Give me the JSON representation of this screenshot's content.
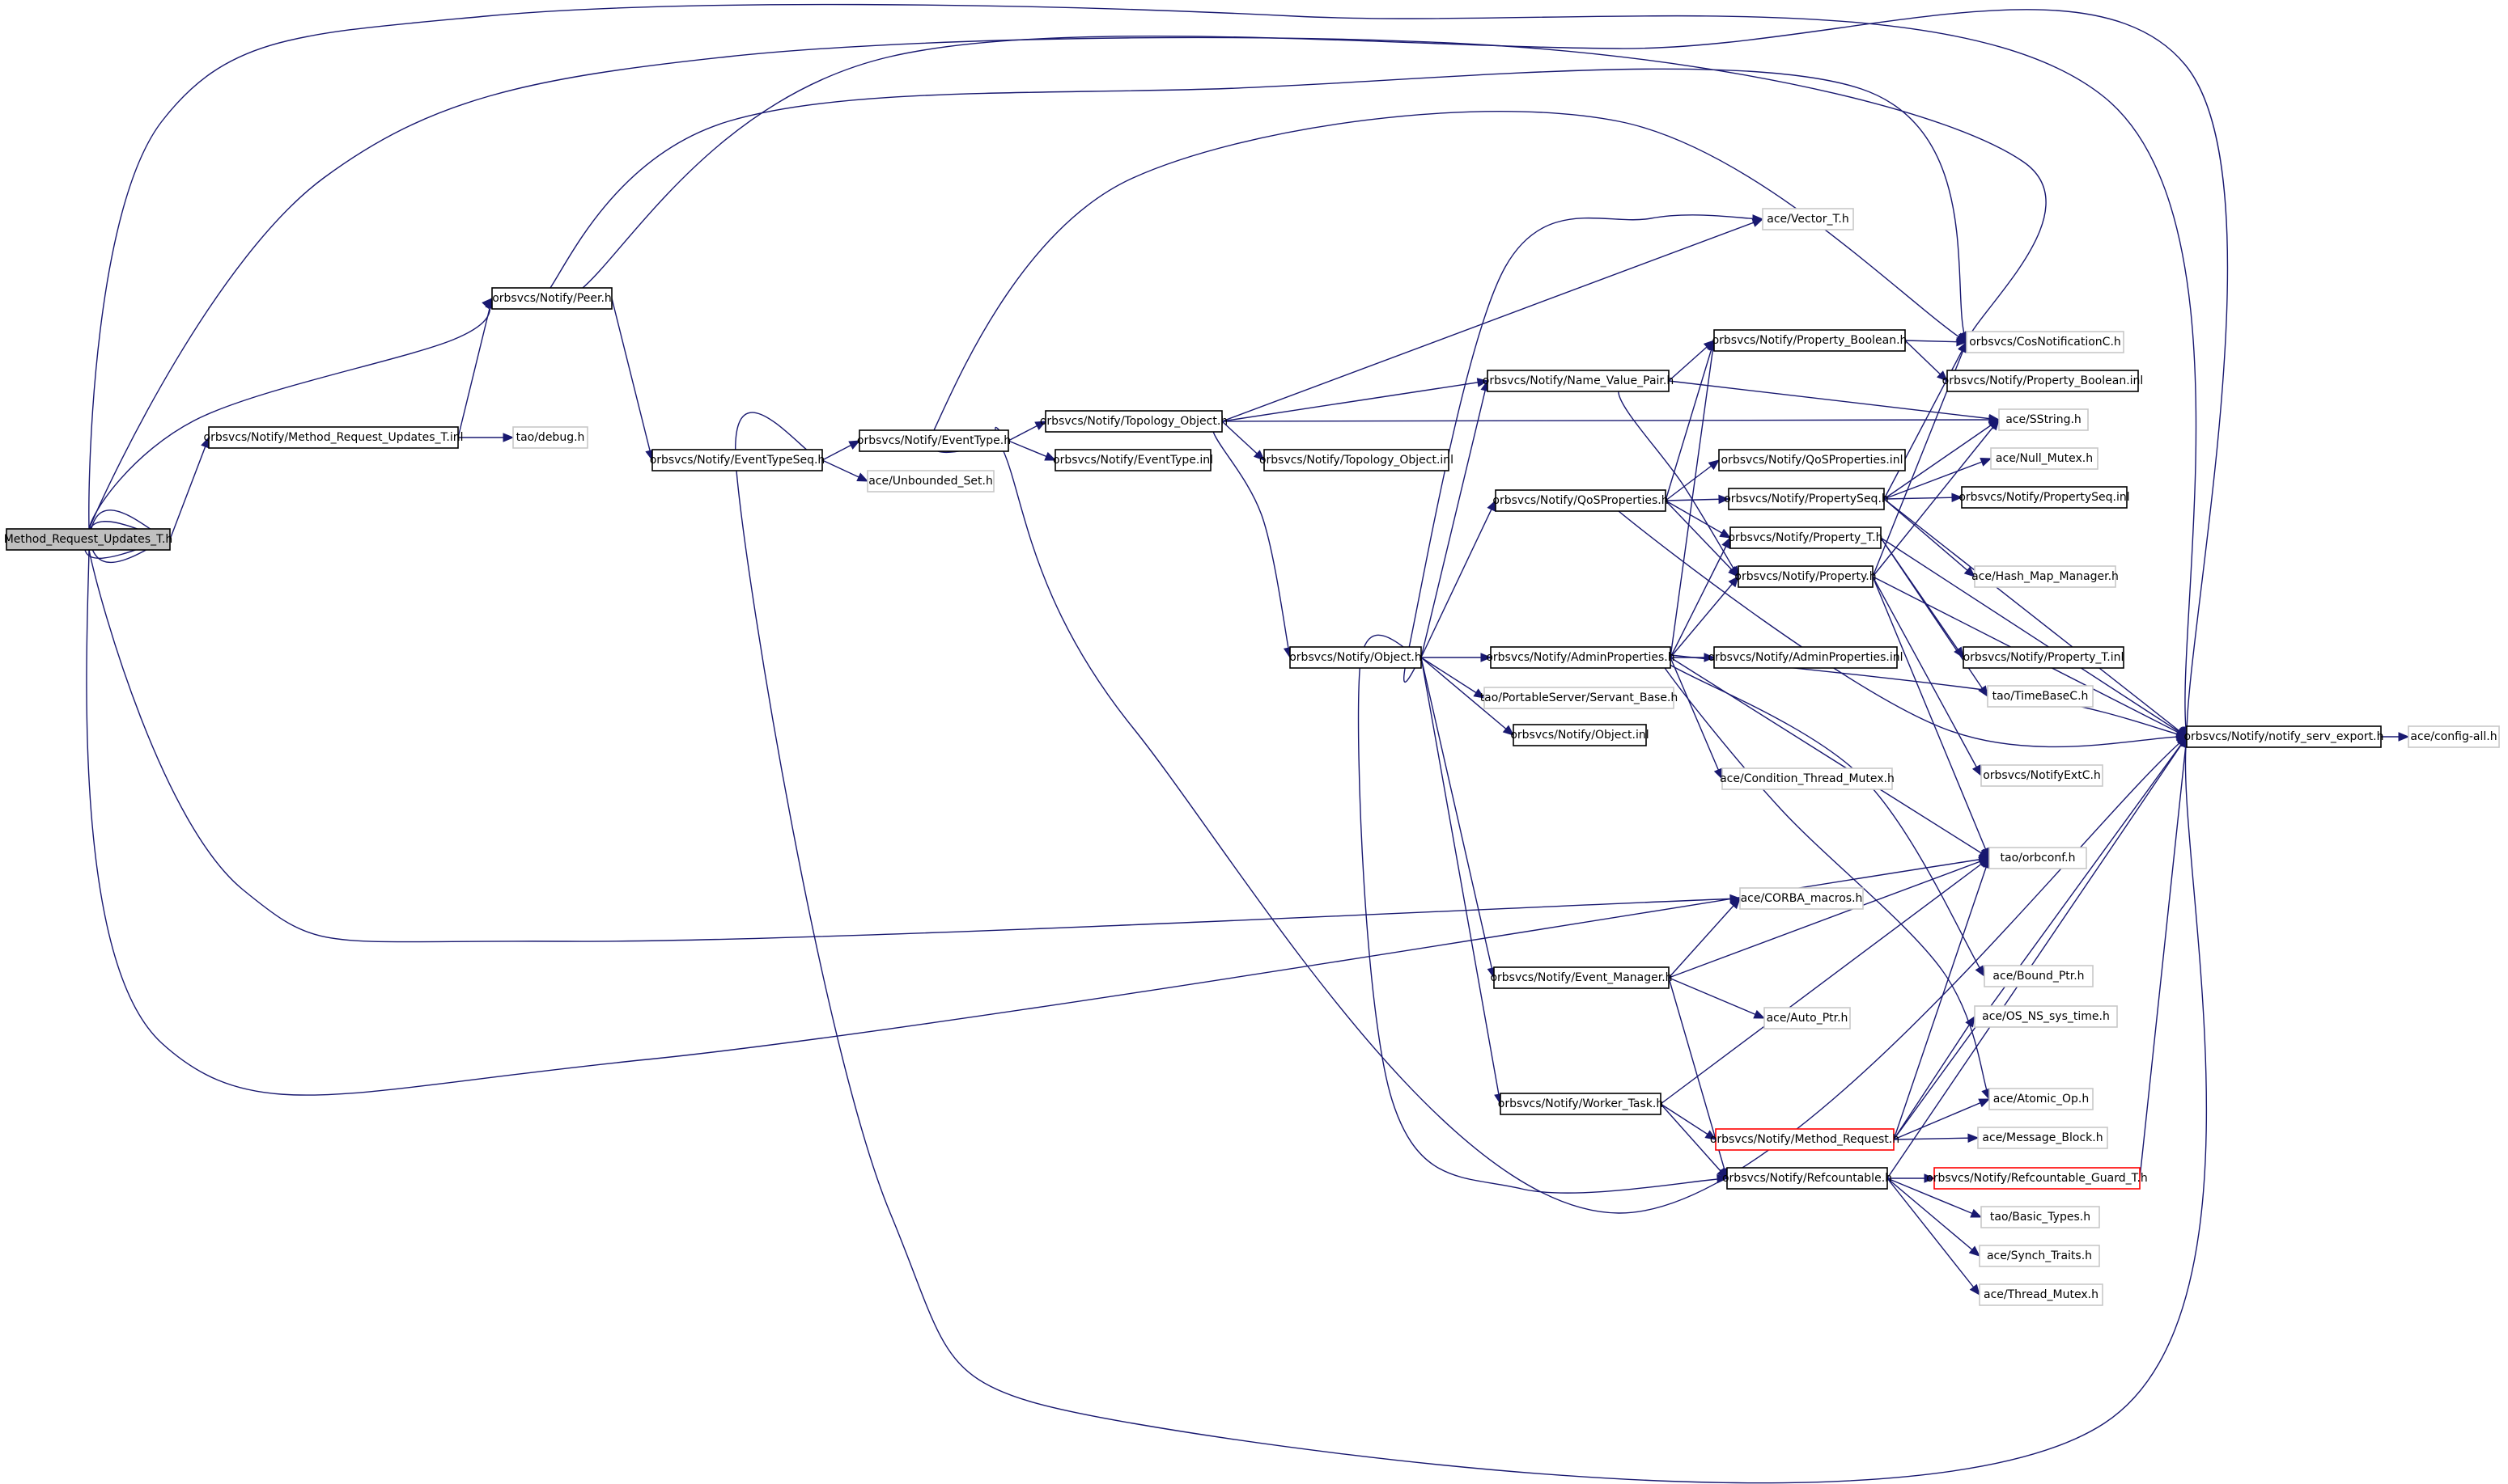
{
  "diagram": {
    "kind": "include dependency graph",
    "colors": {
      "edge": "#191970",
      "node_border": "#000000",
      "external_border": "#c8c8c8",
      "highlight_border": "#ff0000",
      "root_fill": "#c0c0c0"
    },
    "nodes": [
      {
        "id": "root",
        "label": "Method_Request_Updates_T.h",
        "style": "root"
      },
      {
        "id": "mru_inl",
        "label": "orbsvcs/Notify/Method_Request_Updates_T.inl",
        "style": "normal"
      },
      {
        "id": "debug",
        "label": "tao/debug.h",
        "style": "ext"
      },
      {
        "id": "peer",
        "label": "orbsvcs/Notify/Peer.h",
        "style": "normal"
      },
      {
        "id": "evtseq",
        "label": "orbsvcs/Notify/EventTypeSeq.h",
        "style": "normal"
      },
      {
        "id": "evttype",
        "label": "orbsvcs/Notify/EventType.h",
        "style": "normal"
      },
      {
        "id": "unbset",
        "label": "ace/Unbounded_Set.h",
        "style": "ext"
      },
      {
        "id": "evttype_inl",
        "label": "orbsvcs/Notify/EventType.inl",
        "style": "normal"
      },
      {
        "id": "topo",
        "label": "orbsvcs/Notify/Topology_Object.h",
        "style": "normal"
      },
      {
        "id": "topo_inl",
        "label": "orbsvcs/Notify/Topology_Object.inl",
        "style": "normal"
      },
      {
        "id": "object",
        "label": "orbsvcs/Notify/Object.h",
        "style": "normal"
      },
      {
        "id": "nvp",
        "label": "orbsvcs/Notify/Name_Value_Pair.h",
        "style": "normal"
      },
      {
        "id": "qos",
        "label": "orbsvcs/Notify/QoSProperties.h",
        "style": "normal"
      },
      {
        "id": "admin",
        "label": "orbsvcs/Notify/AdminProperties.h",
        "style": "normal"
      },
      {
        "id": "servant",
        "label": "tao/PortableServer/Servant_Base.h",
        "style": "ext"
      },
      {
        "id": "object_inl",
        "label": "orbsvcs/Notify/Object.inl",
        "style": "normal"
      },
      {
        "id": "evmgr",
        "label": "orbsvcs/Notify/Event_Manager.h",
        "style": "normal"
      },
      {
        "id": "worker",
        "label": "orbsvcs/Notify/Worker_Task.h",
        "style": "normal"
      },
      {
        "id": "vector",
        "label": "ace/Vector_T.h",
        "style": "ext"
      },
      {
        "id": "propbool",
        "label": "orbsvcs/Notify/Property_Boolean.h",
        "style": "normal"
      },
      {
        "id": "qos_inl",
        "label": "orbsvcs/Notify/QoSProperties.inl",
        "style": "normal"
      },
      {
        "id": "propseq",
        "label": "orbsvcs/Notify/PropertySeq.h",
        "style": "normal"
      },
      {
        "id": "propt",
        "label": "orbsvcs/Notify/Property_T.h",
        "style": "normal"
      },
      {
        "id": "prop",
        "label": "orbsvcs/Notify/Property.h",
        "style": "normal"
      },
      {
        "id": "admin_inl",
        "label": "orbsvcs/Notify/AdminProperties.inl",
        "style": "normal"
      },
      {
        "id": "condmutex",
        "label": "ace/Condition_Thread_Mutex.h",
        "style": "ext"
      },
      {
        "id": "corba",
        "label": "ace/CORBA_macros.h",
        "style": "ext"
      },
      {
        "id": "autoptr",
        "label": "ace/Auto_Ptr.h",
        "style": "ext"
      },
      {
        "id": "mreq",
        "label": "orbsvcs/Notify/Method_Request.h",
        "style": "red"
      },
      {
        "id": "refc",
        "label": "orbsvcs/Notify/Refcountable.h",
        "style": "normal"
      },
      {
        "id": "cosnot",
        "label": "orbsvcs/CosNotificationC.h",
        "style": "ext"
      },
      {
        "id": "propbool_inl",
        "label": "orbsvcs/Notify/Property_Boolean.inl",
        "style": "normal"
      },
      {
        "id": "sstring",
        "label": "ace/SString.h",
        "style": "ext"
      },
      {
        "id": "nullmutex",
        "label": "ace/Null_Mutex.h",
        "style": "ext"
      },
      {
        "id": "propseq_inl",
        "label": "orbsvcs/Notify/PropertySeq.inl",
        "style": "normal"
      },
      {
        "id": "hashmap",
        "label": "ace/Hash_Map_Manager.h",
        "style": "ext"
      },
      {
        "id": "propt_inl",
        "label": "orbsvcs/Notify/Property_T.inl",
        "style": "normal"
      },
      {
        "id": "timebase",
        "label": "tao/TimeBaseC.h",
        "style": "ext"
      },
      {
        "id": "notifyext",
        "label": "orbsvcs/NotifyExtC.h",
        "style": "ext"
      },
      {
        "id": "orbconf",
        "label": "tao/orbconf.h",
        "style": "ext"
      },
      {
        "id": "boundptr",
        "label": "ace/Bound_Ptr.h",
        "style": "ext"
      },
      {
        "id": "systime",
        "label": "ace/OS_NS_sys_time.h",
        "style": "ext"
      },
      {
        "id": "atomic",
        "label": "ace/Atomic_Op.h",
        "style": "ext"
      },
      {
        "id": "msgblock",
        "label": "ace/Message_Block.h",
        "style": "ext"
      },
      {
        "id": "refguard",
        "label": "orbsvcs/Notify/Refcountable_Guard_T.h",
        "style": "red"
      },
      {
        "id": "basictypes",
        "label": "tao/Basic_Types.h",
        "style": "ext"
      },
      {
        "id": "synch",
        "label": "ace/Synch_Traits.h",
        "style": "ext"
      },
      {
        "id": "thrmutex",
        "label": "ace/Thread_Mutex.h",
        "style": "ext"
      },
      {
        "id": "export",
        "label": "orbsvcs/Notify/notify_serv_export.h",
        "style": "normal"
      },
      {
        "id": "config",
        "label": "ace/config-all.h",
        "style": "ext"
      }
    ]
  }
}
